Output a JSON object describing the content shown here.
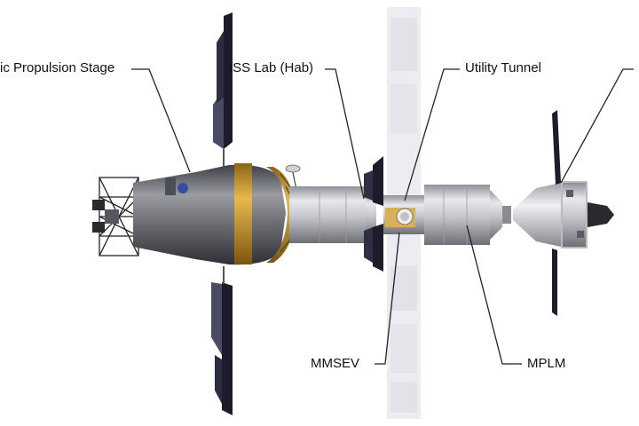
{
  "labels": {
    "propulsion_stage": "ic Propulsion Stage",
    "iss_lab": "ISS Lab (Hab)",
    "utility_tunnel": "Utility Tunnel",
    "mmsev": "MMSEV",
    "mplm": "MPLM"
  },
  "colors": {
    "hull_dark": "#5a5c63",
    "hull_light": "#c9cacf",
    "module_silver": "#d4d6da",
    "gold_band": "#c8962e",
    "solar_panel": "#1c1c2a",
    "leader_line": "#222222",
    "iss_backdrop": "#e9e9ee"
  }
}
